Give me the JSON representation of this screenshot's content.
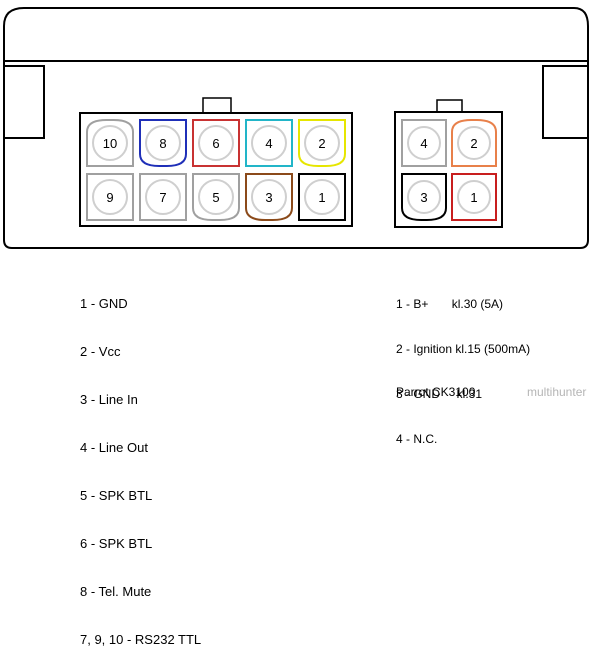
{
  "connector_large": {
    "pins": [
      {
        "number": "10",
        "color": "#a0a0a0",
        "shape": "rounded-top"
      },
      {
        "number": "8",
        "color": "#1f2fb8",
        "shape": "rounded-bottom"
      },
      {
        "number": "6",
        "color": "#c83232",
        "shape": "square"
      },
      {
        "number": "4",
        "color": "#22b5c8",
        "shape": "square"
      },
      {
        "number": "2",
        "color": "#e6e600",
        "shape": "rounded-bottom"
      },
      {
        "number": "9",
        "color": "#a0a0a0",
        "shape": "square"
      },
      {
        "number": "7",
        "color": "#a0a0a0",
        "shape": "square"
      },
      {
        "number": "5",
        "color": "#a0a0a0",
        "shape": "rounded-bottom"
      },
      {
        "number": "3",
        "color": "#8b4a1a",
        "shape": "rounded-bottom"
      },
      {
        "number": "1",
        "color": "#000000",
        "shape": "square"
      }
    ]
  },
  "connector_small": {
    "pins": [
      {
        "number": "4",
        "color": "#a0a0a0",
        "shape": "square"
      },
      {
        "number": "2",
        "color": "#e8804a",
        "shape": "rounded-top"
      },
      {
        "number": "3",
        "color": "#000000",
        "shape": "rounded-bottom"
      },
      {
        "number": "1",
        "color": "#c81e1e",
        "shape": "square"
      }
    ]
  },
  "legend_left": [
    "1 - GND",
    "2 - Vcc",
    "3 - Line In",
    "4 - Line Out",
    "5 - SPK BTL",
    "6 - SPK BTL",
    "8 - Tel. Mute",
    "7, 9, 10 - RS232 TTL"
  ],
  "legend_right": [
    "1 - B+       kl.30 (5A)",
    "2 - Ignition kl.15 (500mA)",
    "3 - GND     kl.31",
    "4 - N.C."
  ],
  "model_label": "Parrot CK3100",
  "watermark": "multihunter"
}
